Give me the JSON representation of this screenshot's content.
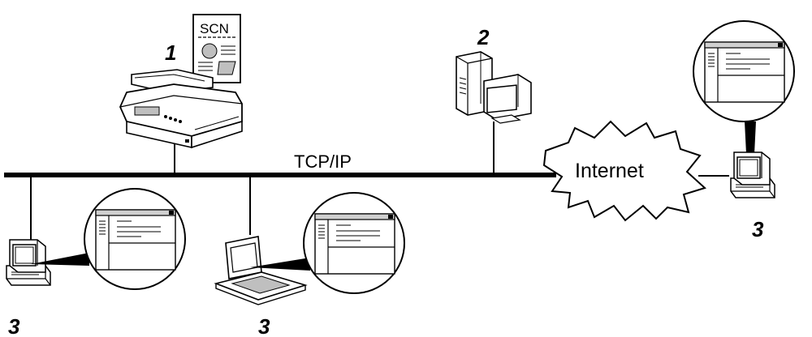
{
  "network": {
    "label": "TCP/IP",
    "cloud_label": "Internet"
  },
  "devices": {
    "scanner": {
      "number": "1",
      "document_tag": "SCN"
    },
    "server": {
      "number": "2"
    },
    "client_remote": {
      "number": "3"
    },
    "client_desktop": {
      "number": "3"
    },
    "client_laptop": {
      "number": "3"
    }
  },
  "colors": {
    "line": "#000000",
    "fill": "#ffffff",
    "shade": "#bfbfbf"
  }
}
